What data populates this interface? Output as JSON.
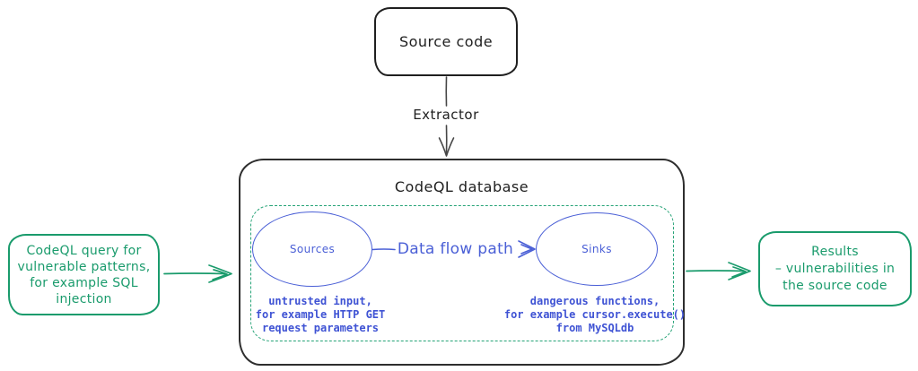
{
  "diagram": {
    "source_box": {
      "label": "Source code"
    },
    "extractor": {
      "label": "Extractor"
    },
    "database": {
      "title": "CodeQL database",
      "sources": {
        "label": "Sources",
        "note": "untrusted input,\nfor example HTTP GET\nrequest parameters"
      },
      "sinks": {
        "label": "Sinks",
        "note": "dangerous functions,\nfor example cursor.execute()\nfrom MySQLdb"
      },
      "data_flow": {
        "label": "Data flow path"
      }
    },
    "query_box": {
      "text": "CodeQL query for\nvulnerable patterns,\nfor example SQL\ninjection"
    },
    "results_box": {
      "text": "Results\n– vulnerabilities in\nthe source code"
    },
    "colors": {
      "green": "#1a9b6c",
      "blue": "#4a5fd6",
      "ink": "#1f1f1f"
    }
  }
}
